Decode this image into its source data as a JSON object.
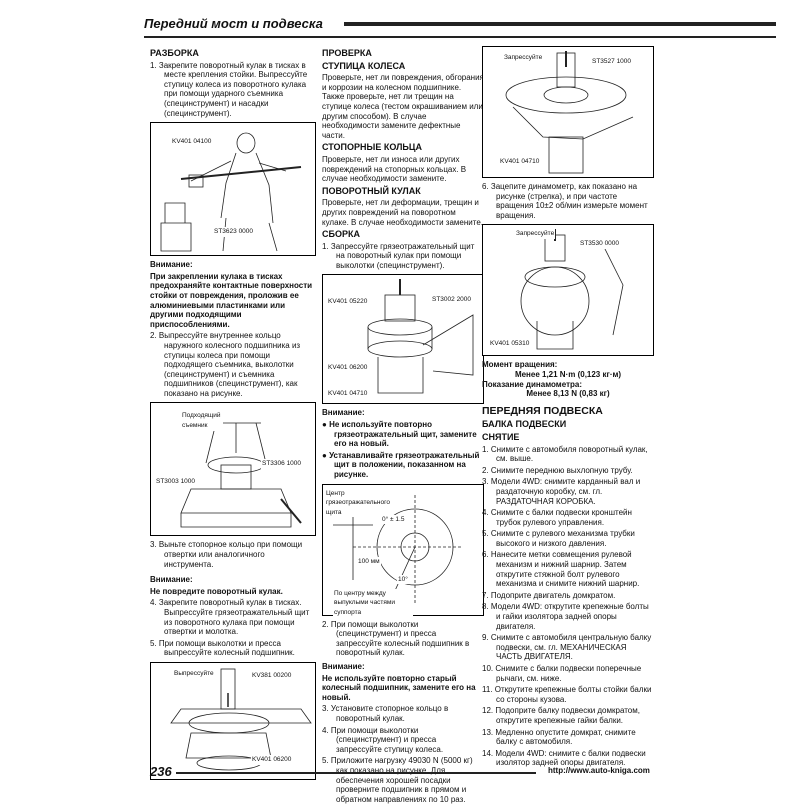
{
  "header": {
    "title": "Передний мост и подвеска"
  },
  "footer": {
    "page": "236",
    "url": "http://www.auto-kniga.com"
  },
  "col1": {
    "h1": "РАЗБОРКА",
    "s1": "1. Закрепите поворотный кулак в тисках в месте крепления стойки. Выпрессуйте ступицу колеса из поворотного кулака при помощи ударного съемника (специнструмент) и насадки (специнструмент).",
    "fig1": {
      "l1": "KV401 04100",
      "l2": "ST3623 0000"
    },
    "warn1_title": "Внимание:",
    "warn1_text": "При закреплении кулака в тисках предохраняйте контактные поверхности стойки от повреждения, проложив ее алюминиевыми пластинками или другими подходящими приспособлениями.",
    "s2": "2. Выпрессуйте внутреннее кольцо наружного колесного подшипника из ступицы колеса при помощи подходящего съемника, выколотки (специнструмент) и съемника подшипников (специнструмент), как показано на рисунке.",
    "fig2": {
      "l1": "Подходящий съемник",
      "l2": "ST3003 1000",
      "l3": "ST3306 1000"
    },
    "s3": "3. Выньте стопорное кольцо при помощи отвертки или аналогичного инструмента.",
    "warn2_title": "Внимание:",
    "warn2_text": "Не повредите поворотный кулак.",
    "s4": "4. Закрепите поворотный кулак в тисках. Выпрессуйте грязеотражательный щит из поворотного кулака при помощи отвертки и молотка.",
    "s5": "5. При помощи выколотки и пресса выпрессуйте колесный подшипник.",
    "fig3": {
      "l1": "Выпрессуйте",
      "l2": "KV381 00200",
      "l3": "KV401 06200"
    }
  },
  "col2": {
    "h1": "ПРОВЕРКА",
    "h2": "СТУПИЦА КОЛЕСА",
    "p2": "Проверьте, нет ли повреждения, обгорания и коррозии на колесном подшипнике. Также проверьте, нет ли трещин на ступице колеса (тестом окрашиванием или другим способом). В случае необходимости замените дефектные части.",
    "h3": "СТОПОРНЫЕ КОЛЬЦА",
    "p3": "Проверьте, нет ли износа или других повреждений на стопорных кольцах. В случае необходимости замените.",
    "h4": "ПОВОРОТНЫЙ КУЛАК",
    "p4": "Проверьте, нет ли деформации, трещин и других повреждений на поворотном кулаке. В случае необходимости замените.",
    "h5": "СБОРКА",
    "s1": "1. Запрессуйте грязеотражательный щит на поворотный кулак при помощи выколотки (специнструмент).",
    "fig4": {
      "l1": "KV401 05220",
      "l2": "ST3002 2000",
      "l3": "KV401 06200",
      "l4": "KV401 04710"
    },
    "warn_title": "Внимание:",
    "b1": "Не используйте повторно грязеотражательный щит, замените его на новый.",
    "b2": "Устанавливайте грязеотражательный щит в положении, показанном на рисунке.",
    "fig5": {
      "l1": "Центр грязеотражательного щита",
      "l2": "0° ± 1.5",
      "l3": "100 мм",
      "l4": "10°",
      "l5": "По центру между выпуклыми частями суппорта"
    },
    "s2": "2. При помощи выколотки (специнструмент) и пресса запрессуйте колесный подшипник в поворотный кулак.",
    "warn2_title": "Внимание:",
    "warn2_text": "Не используйте повторно старый колесный подшипник, замените его на новый.",
    "s3": "3. Установите стопорное кольцо в поворотный кулак.",
    "s4": "4. При помощи выколотки (специнструмент) и пресса запрессуйте ступицу колеса.",
    "s5": "5. Приложите нагрузку 49030 N (5000 кг) как показано на рисунке. Для обеспечения хорошей посадки проверните подшипник в прямом и обратном направлениях по 10 раз."
  },
  "col3": {
    "fig6": {
      "l1": "Запрессуйте",
      "l2": "ST3527 1000",
      "l3": "KV401 04710"
    },
    "s6": "6. Зацепите динамометр, как показано на рисунке (стрелка), и при частоте вращения 10±2 об/мин измерьте момент вращения.",
    "fig7": {
      "l1": "Запрессуйте",
      "l2": "ST3530 0000",
      "l3": "KV401 05310"
    },
    "moment_label": "Момент вращения:",
    "moment_value": "Менее 1,21 N·m (0,123 кг·м)",
    "dyn_label": "Показание динамометра:",
    "dyn_value": "Менее 8,13 N (0,83 кг)",
    "h1": "ПЕРЕДНЯЯ ПОДВЕСКА",
    "h2": "БАЛКА ПОДВЕСКИ",
    "h3": "СНЯТИЕ",
    "items": [
      "1. Снимите с автомобиля поворотный кулак, см. выше.",
      "2. Снимите переднюю выхлопную трубу.",
      "3. Модели 4WD: снимите карданный вал и раздаточную коробку, см. гл. РАЗДАТОЧНАЯ КОРОБКА.",
      "4. Снимите с балки подвески кронштейн трубок рулевого управления.",
      "5. Снимите с рулевого механизма трубки высокого и низкого давления.",
      "6. Нанесите метки совмещения рулевой механизм и нижний шарнир. Затем открутите стяжной болт рулевого механизма и снимите нижний шарнир.",
      "7. Подоприте двигатель домкратом.",
      "8. Модели 4WD: открутите крепежные болты и гайки изолятора задней опоры двигателя.",
      "9. Снимите с автомобиля центральную балку подвески, см. гл. МЕХАНИЧЕСКАЯ ЧАСТЬ ДВИГАТЕЛЯ.",
      "10. Снимите с балки подвески поперечные рычаги, см. ниже.",
      "11. Открутите крепежные болты стойки балки со стороны кузова.",
      "12. Подоприте балку подвески домкратом, открутите крепежные гайки балки.",
      "13. Медленно опустите домкрат, снимите балку с автомобиля.",
      "14. Модели 4WD: снимите с балки подвески изолятор задней опоры двигателя."
    ]
  }
}
